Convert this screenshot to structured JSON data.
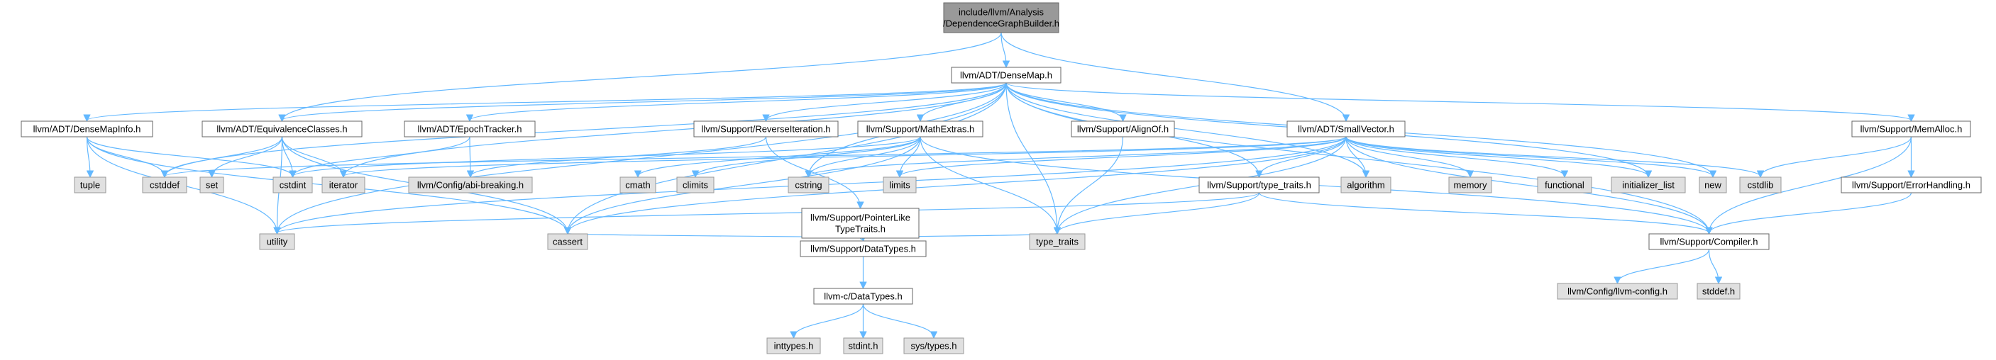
{
  "diagram": {
    "colors": {
      "root_fill": "#999999",
      "root_stroke": "#666666",
      "internal_fill": "#ffffff",
      "internal_stroke": "#666666",
      "external_fill": "#e0e0e0",
      "external_stroke": "#999999",
      "edge": "#63b8ff"
    },
    "nodes": [
      {
        "id": "root",
        "kind": "root",
        "lines": [
          "include/llvm/Analysis",
          "/DependenceGraphBuilder.h"
        ]
      },
      {
        "id": "densemap",
        "kind": "internal",
        "lines": [
          "llvm/ADT/DenseMap.h"
        ]
      },
      {
        "id": "densemapinfo",
        "kind": "internal",
        "lines": [
          "llvm/ADT/DenseMapInfo.h"
        ]
      },
      {
        "id": "equivclasses",
        "kind": "internal",
        "lines": [
          "llvm/ADT/EquivalenceClasses.h"
        ]
      },
      {
        "id": "epochtracker",
        "kind": "internal",
        "lines": [
          "llvm/ADT/EpochTracker.h"
        ]
      },
      {
        "id": "reverseiter",
        "kind": "internal",
        "lines": [
          "llvm/Support/ReverseIteration.h"
        ]
      },
      {
        "id": "mathextras",
        "kind": "internal",
        "lines": [
          "llvm/Support/MathExtras.h"
        ]
      },
      {
        "id": "alignof",
        "kind": "internal",
        "lines": [
          "llvm/Support/AlignOf.h"
        ]
      },
      {
        "id": "smallvector",
        "kind": "internal",
        "lines": [
          "llvm/ADT/SmallVector.h"
        ]
      },
      {
        "id": "memalloc",
        "kind": "internal",
        "lines": [
          "llvm/Support/MemAlloc.h"
        ]
      },
      {
        "id": "tuple",
        "kind": "external",
        "lines": [
          "tuple"
        ]
      },
      {
        "id": "cstddef",
        "kind": "external",
        "lines": [
          "cstddef"
        ]
      },
      {
        "id": "set",
        "kind": "external",
        "lines": [
          "set"
        ]
      },
      {
        "id": "cstdint",
        "kind": "external",
        "lines": [
          "cstdint"
        ]
      },
      {
        "id": "iterator",
        "kind": "external",
        "lines": [
          "iterator"
        ]
      },
      {
        "id": "abibreaking",
        "kind": "external",
        "lines": [
          "llvm/Config/abi-breaking.h"
        ]
      },
      {
        "id": "cmath",
        "kind": "external",
        "lines": [
          "cmath"
        ]
      },
      {
        "id": "climits",
        "kind": "external",
        "lines": [
          "climits"
        ]
      },
      {
        "id": "cstring",
        "kind": "external",
        "lines": [
          "cstring"
        ]
      },
      {
        "id": "limits",
        "kind": "external",
        "lines": [
          "limits"
        ]
      },
      {
        "id": "typetraitsh",
        "kind": "internal",
        "lines": [
          "llvm/Support/type_traits.h"
        ]
      },
      {
        "id": "algorithm",
        "kind": "external",
        "lines": [
          "algorithm"
        ]
      },
      {
        "id": "memory",
        "kind": "external",
        "lines": [
          "memory"
        ]
      },
      {
        "id": "functional",
        "kind": "external",
        "lines": [
          "functional"
        ]
      },
      {
        "id": "initlist",
        "kind": "external",
        "lines": [
          "initializer_list"
        ]
      },
      {
        "id": "new",
        "kind": "external",
        "lines": [
          "new"
        ]
      },
      {
        "id": "cstdlib",
        "kind": "external",
        "lines": [
          "cstdlib"
        ]
      },
      {
        "id": "errorhandling",
        "kind": "internal",
        "lines": [
          "llvm/Support/ErrorHandling.h"
        ]
      },
      {
        "id": "pointerlike",
        "kind": "internal",
        "lines": [
          "llvm/Support/PointerLike",
          "TypeTraits.h"
        ]
      },
      {
        "id": "utility",
        "kind": "external",
        "lines": [
          "utility"
        ]
      },
      {
        "id": "cassert",
        "kind": "external",
        "lines": [
          "cassert"
        ]
      },
      {
        "id": "type_traits",
        "kind": "external",
        "lines": [
          "type_traits"
        ]
      },
      {
        "id": "compiler",
        "kind": "internal",
        "lines": [
          "llvm/Support/Compiler.h"
        ]
      },
      {
        "id": "datatypes_s",
        "kind": "internal",
        "lines": [
          "llvm/Support/DataTypes.h"
        ]
      },
      {
        "id": "datatypes_c",
        "kind": "internal",
        "lines": [
          "llvm-c/DataTypes.h"
        ]
      },
      {
        "id": "llvmconfig",
        "kind": "external",
        "lines": [
          "llvm/Config/llvm-config.h"
        ]
      },
      {
        "id": "stddef",
        "kind": "external",
        "lines": [
          "stddef.h"
        ]
      },
      {
        "id": "inttypes",
        "kind": "external",
        "lines": [
          "inttypes.h"
        ]
      },
      {
        "id": "stdint",
        "kind": "external",
        "lines": [
          "stdint.h"
        ]
      },
      {
        "id": "systypes",
        "kind": "external",
        "lines": [
          "sys/types.h"
        ]
      }
    ],
    "edges": [
      [
        "root",
        "densemap"
      ],
      [
        "root",
        "equivclasses"
      ],
      [
        "root",
        "smallvector"
      ],
      [
        "densemap",
        "densemapinfo"
      ],
      [
        "densemap",
        "equivclasses"
      ],
      [
        "densemap",
        "epochtracker"
      ],
      [
        "densemap",
        "reverseiter"
      ],
      [
        "densemap",
        "mathextras"
      ],
      [
        "densemap",
        "alignof"
      ],
      [
        "densemap",
        "memalloc"
      ],
      [
        "densemap",
        "compiler"
      ],
      [
        "densemap",
        "cstddef"
      ],
      [
        "densemap",
        "iterator"
      ],
      [
        "densemap",
        "utility"
      ],
      [
        "densemap",
        "cassert"
      ],
      [
        "densemap",
        "cstring"
      ],
      [
        "densemap",
        "type_traits"
      ],
      [
        "densemap",
        "typetraitsh"
      ],
      [
        "densemap",
        "algorithm"
      ],
      [
        "densemap",
        "initlist"
      ],
      [
        "densemap",
        "new"
      ],
      [
        "densemapinfo",
        "tuple"
      ],
      [
        "densemapinfo",
        "cstddef"
      ],
      [
        "densemapinfo",
        "cstdint"
      ],
      [
        "densemapinfo",
        "utility"
      ],
      [
        "densemapinfo",
        "cassert"
      ],
      [
        "equivclasses",
        "cstddef"
      ],
      [
        "equivclasses",
        "set"
      ],
      [
        "equivclasses",
        "cstdint"
      ],
      [
        "equivclasses",
        "iterator"
      ],
      [
        "equivclasses",
        "cassert"
      ],
      [
        "equivclasses",
        "utility"
      ],
      [
        "epochtracker",
        "abibreaking"
      ],
      [
        "epochtracker",
        "cstdint"
      ],
      [
        "reverseiter",
        "abibreaking"
      ],
      [
        "reverseiter",
        "pointerlike"
      ],
      [
        "mathextras",
        "compiler"
      ],
      [
        "mathextras",
        "cassert"
      ],
      [
        "mathextras",
        "climits"
      ],
      [
        "mathextras",
        "cmath"
      ],
      [
        "mathextras",
        "cstdint"
      ],
      [
        "mathextras",
        "cstring"
      ],
      [
        "mathextras",
        "limits"
      ],
      [
        "mathextras",
        "type_traits"
      ],
      [
        "alignof",
        "type_traits"
      ],
      [
        "smallvector",
        "compiler"
      ],
      [
        "smallvector",
        "typetraitsh"
      ],
      [
        "smallvector",
        "algorithm"
      ],
      [
        "smallvector",
        "cassert"
      ],
      [
        "smallvector",
        "cstddef"
      ],
      [
        "smallvector",
        "cstdlib"
      ],
      [
        "smallvector",
        "cstring"
      ],
      [
        "smallvector",
        "functional"
      ],
      [
        "smallvector",
        "initlist"
      ],
      [
        "smallvector",
        "iterator"
      ],
      [
        "smallvector",
        "limits"
      ],
      [
        "smallvector",
        "memory"
      ],
      [
        "smallvector",
        "new"
      ],
      [
        "smallvector",
        "type_traits"
      ],
      [
        "smallvector",
        "utility"
      ],
      [
        "memalloc",
        "compiler"
      ],
      [
        "memalloc",
        "errorhandling"
      ],
      [
        "memalloc",
        "cstdlib"
      ],
      [
        "errorhandling",
        "compiler"
      ],
      [
        "typetraitsh",
        "compiler"
      ],
      [
        "typetraitsh",
        "type_traits"
      ],
      [
        "typetraitsh",
        "utility"
      ],
      [
        "pointerlike",
        "datatypes_s"
      ],
      [
        "pointerlike",
        "cassert"
      ],
      [
        "pointerlike",
        "type_traits"
      ],
      [
        "datatypes_s",
        "datatypes_c"
      ],
      [
        "datatypes_c",
        "inttypes"
      ],
      [
        "datatypes_c",
        "stdint"
      ],
      [
        "datatypes_c",
        "systypes"
      ],
      [
        "compiler",
        "llvmconfig"
      ],
      [
        "compiler",
        "stddef"
      ]
    ]
  }
}
